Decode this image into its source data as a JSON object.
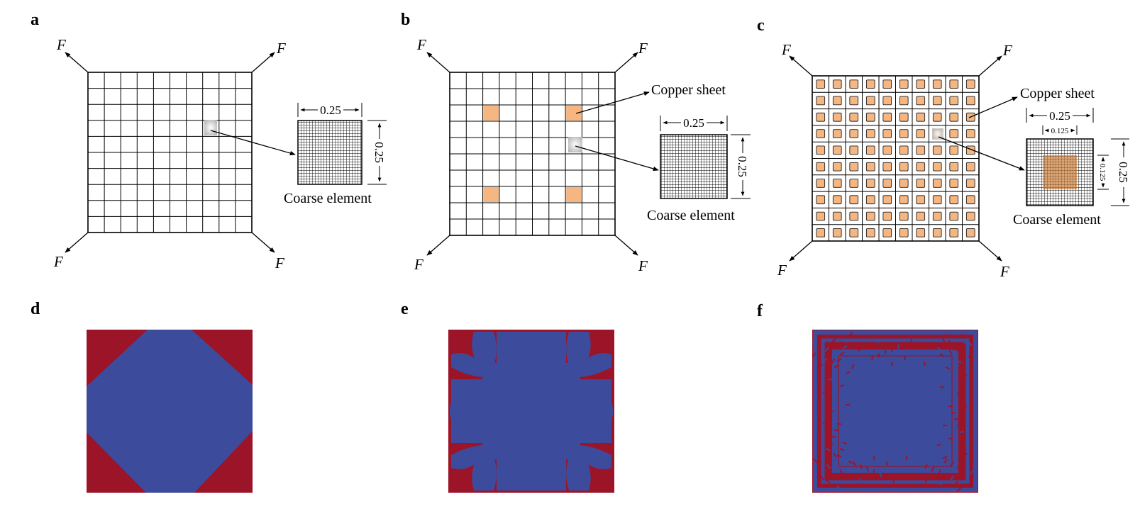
{
  "panels": {
    "a": {
      "label": "a"
    },
    "b": {
      "label": "b"
    },
    "c": {
      "label": "c"
    },
    "d": {
      "label": "d"
    },
    "e": {
      "label": "e"
    },
    "f": {
      "label": "f"
    }
  },
  "force_label": "F",
  "annotations": {
    "copper_sheet": "Copper sheet",
    "coarse_element": "Coarse element"
  },
  "dimensions": {
    "side": "0.25",
    "inner": "0.125"
  },
  "colors": {
    "copper": "#f6b682",
    "copper_stroke": "#a0522d",
    "matrix_red": "#9b1428",
    "fill_blue": "#3d4b9c",
    "grid_line": "#000000"
  }
}
